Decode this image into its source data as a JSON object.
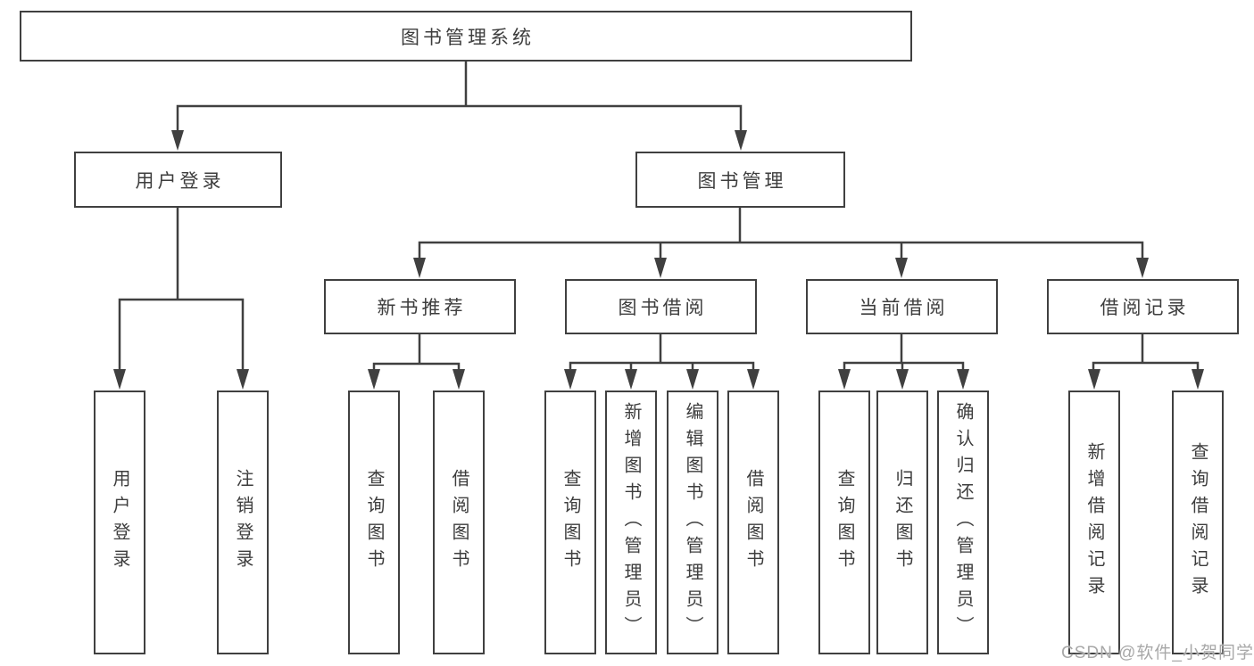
{
  "diagram": {
    "title": "图书管理系统",
    "root": {
      "label": "图书管理系统"
    },
    "level2": [
      {
        "label": "用户登录"
      },
      {
        "label": "图书管理"
      }
    ],
    "level3": [
      {
        "label": "新书推荐"
      },
      {
        "label": "图书借阅"
      },
      {
        "label": "当前借阅"
      },
      {
        "label": "借阅记录"
      }
    ],
    "leaves": [
      {
        "label": "用户登录"
      },
      {
        "label": "注销登录"
      },
      {
        "label": "查询图书"
      },
      {
        "label": "借阅图书"
      },
      {
        "label": "查询图书"
      },
      {
        "label": "新增图书（管理员）"
      },
      {
        "label": "编辑图书（管理员）"
      },
      {
        "label": "借阅图书"
      },
      {
        "label": "查询图书"
      },
      {
        "label": "归还图书"
      },
      {
        "label": "确认归还（管理员）"
      },
      {
        "label": "新增借阅记录"
      },
      {
        "label": "查询借阅记录"
      }
    ],
    "colors": {
      "line": "#404040",
      "text": "#3d3d3d",
      "watermark_text": "#a8a8a8",
      "background": "#ffffff"
    },
    "watermark": "CSDN @软件_小贺同学"
  }
}
